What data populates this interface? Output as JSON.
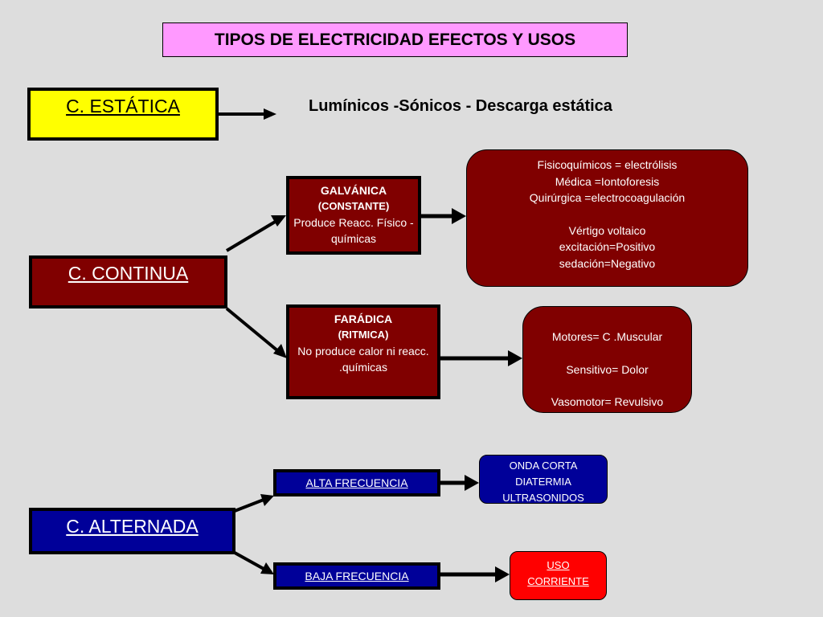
{
  "title": "TIPOS DE ELECTRICIDAD  EFECTOS Y USOS",
  "estatica": {
    "label": "C. ESTÁTICA",
    "effects": "Lumínicos -Sónicos  - Descarga estática"
  },
  "continua": {
    "label": "C. CONTINUA",
    "galvanica": {
      "name": "GALVÁNICA",
      "type": "(CONSTANTE)",
      "desc": [
        "Produce Reacc. Físico -",
        "químicas"
      ]
    },
    "galvanica_uses": [
      "Fisicoquímicos = electrólisis",
      "Médica =Iontoforesis",
      "Quirúrgica =electrocoagulación",
      "",
      "Vértigo voltaico",
      "excitación=Positivo",
      "sedación=Negativo"
    ],
    "faradica": {
      "name": "FARÁDICA",
      "type": "(RITMICA)",
      "desc": [
        "No produce calor ni reacc.",
        ".químicas"
      ]
    },
    "faradica_uses": [
      "Motores= C .Muscular",
      "Sensitivo= Dolor",
      "Vasomotor= Revulsivo"
    ]
  },
  "alterna": {
    "label": "C. ALTERNADA",
    "alta": "ALTA FRECUENCIA",
    "alta_uses": [
      "ONDA CORTA",
      "DIATERMIA",
      "ULTRASONIDOS"
    ],
    "baja": "BAJA FRECUENCIA",
    "baja_uses": [
      "USO",
      "CORRIENTE"
    ]
  },
  "colors": {
    "title_bg": "#ff99ff",
    "estatica_bg": "#ffff00",
    "continua_bg": "#800000",
    "alterna_bg": "#000099",
    "uso_bg": "#ff0000",
    "background": "#dddddd"
  }
}
